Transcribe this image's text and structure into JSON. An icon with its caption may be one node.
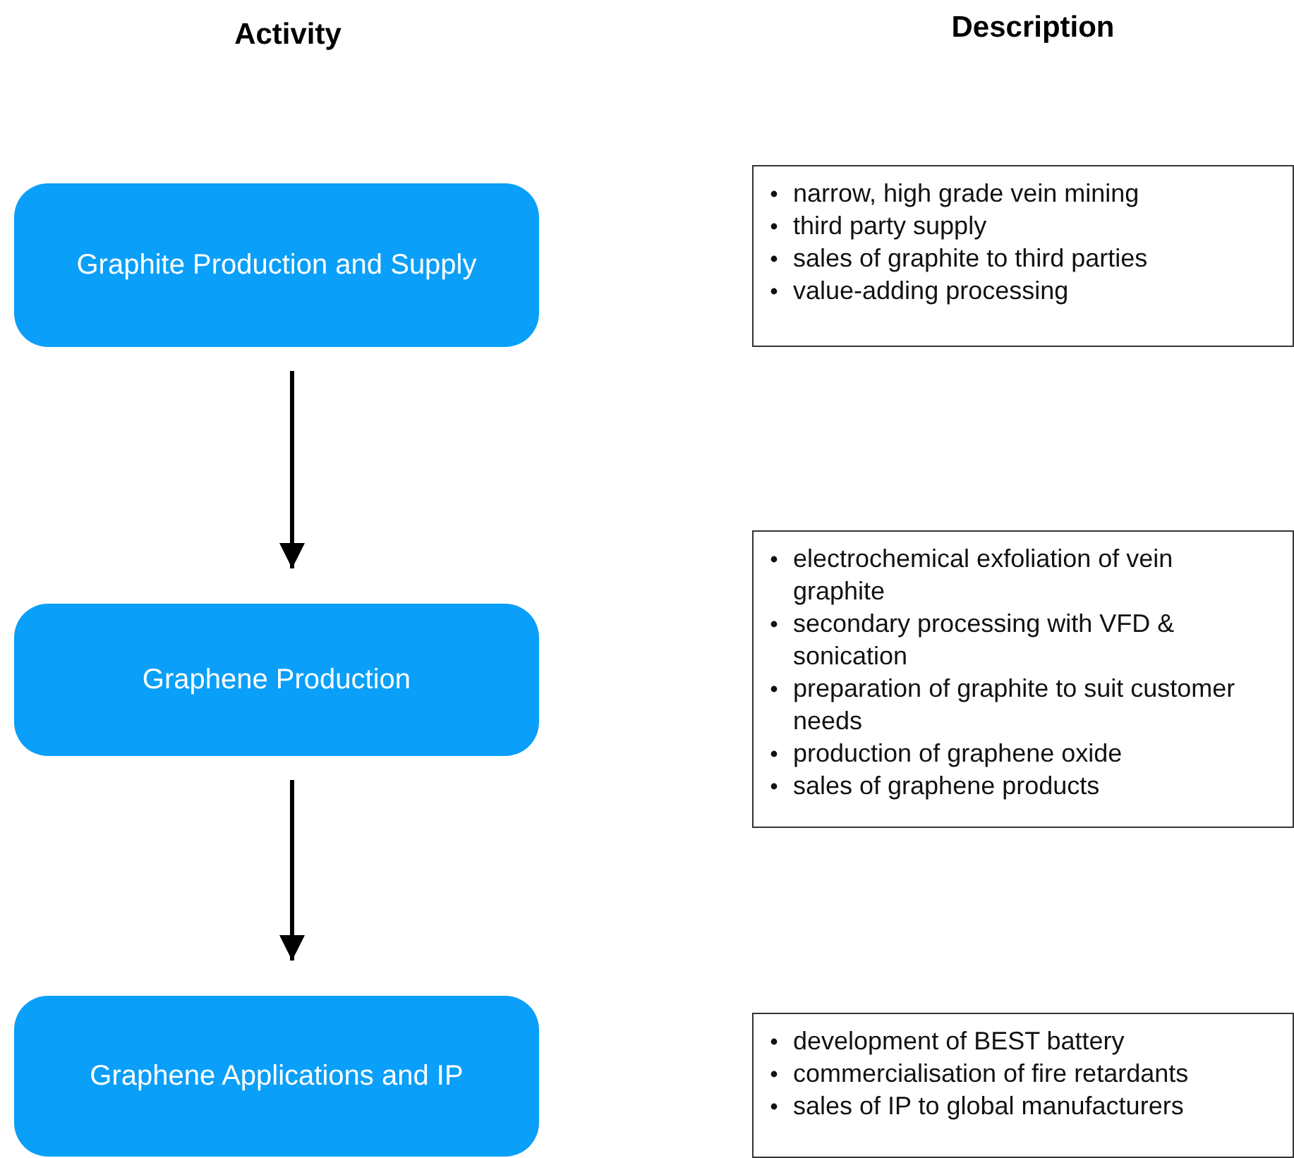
{
  "diagram": {
    "nodes": [
      {
        "text": [
          "Graphite Production and Supply"
        ]
      },
      {
        "text": [
          "narrow, high grade vein mining",
          "third party supply",
          "sales of graphite to third parties",
          "value-adding processing"
        ]
      },
      {
        "text": [
          "Graphene Production"
        ]
      },
      {
        "text": [
          "electrochemical exfoliation of vein graphite",
          "secondary processing with VFD & sonication",
          "preparation of graphite to suit customer needs",
          "production of graphene oxide",
          "sales of graphene products"
        ]
      },
      {
        "text": [
          "Graphene Applications and IP"
        ]
      },
      {
        "text": [
          "development of BEST battery",
          "commercialisation of fire retardants",
          "sales of IP to global manufacturers"
        ]
      }
    ],
    "edges": [
      {
        "from": 0,
        "to": 2,
        "arrow": "to"
      },
      {
        "from": 2,
        "to": 4,
        "arrow": "to"
      }
    ],
    "labels": [
      "Activity",
      "Description"
    ]
  }
}
